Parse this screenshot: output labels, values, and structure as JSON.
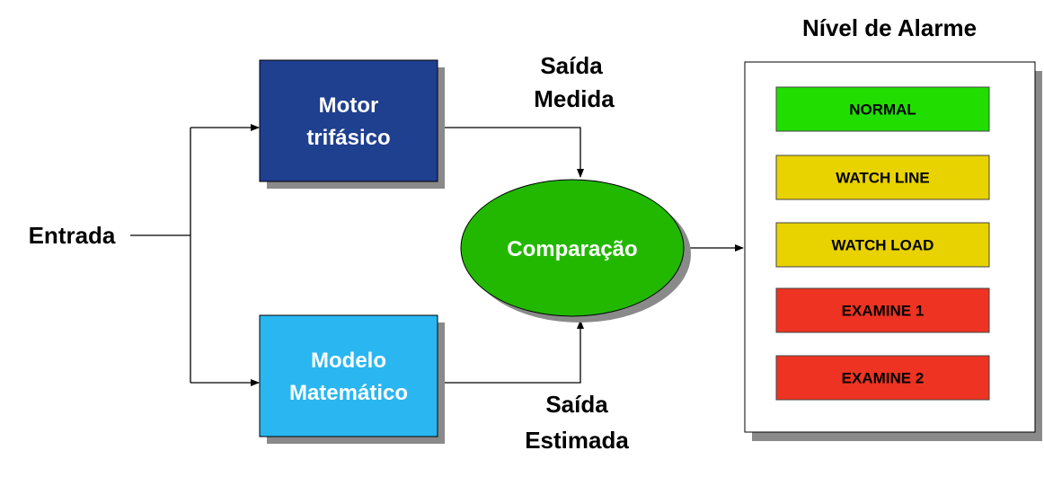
{
  "input_label": "Entrada",
  "motor": {
    "line1": "Motor",
    "line2": "trifásico",
    "color": "#1F3F8F"
  },
  "model": {
    "line1": "Modelo",
    "line2": "Matemático",
    "color": "#2AB6F0"
  },
  "measured_output": {
    "line1": "Saída",
    "line2": "Medida"
  },
  "estimated_output": {
    "line1": "Saída",
    "line2": "Estimada"
  },
  "comparison": {
    "label": "Comparação",
    "color": "#22B800"
  },
  "alarm": {
    "title": "Nível de Alarme",
    "levels": [
      {
        "label": "NORMAL",
        "color": "#22DD00"
      },
      {
        "label": "WATCH LINE",
        "color": "#E8D200"
      },
      {
        "label": "WATCH LOAD",
        "color": "#E8D200"
      },
      {
        "label": "EXAMINE 1",
        "color": "#EE3322"
      },
      {
        "label": "EXAMINE 2",
        "color": "#EE3322"
      }
    ]
  }
}
